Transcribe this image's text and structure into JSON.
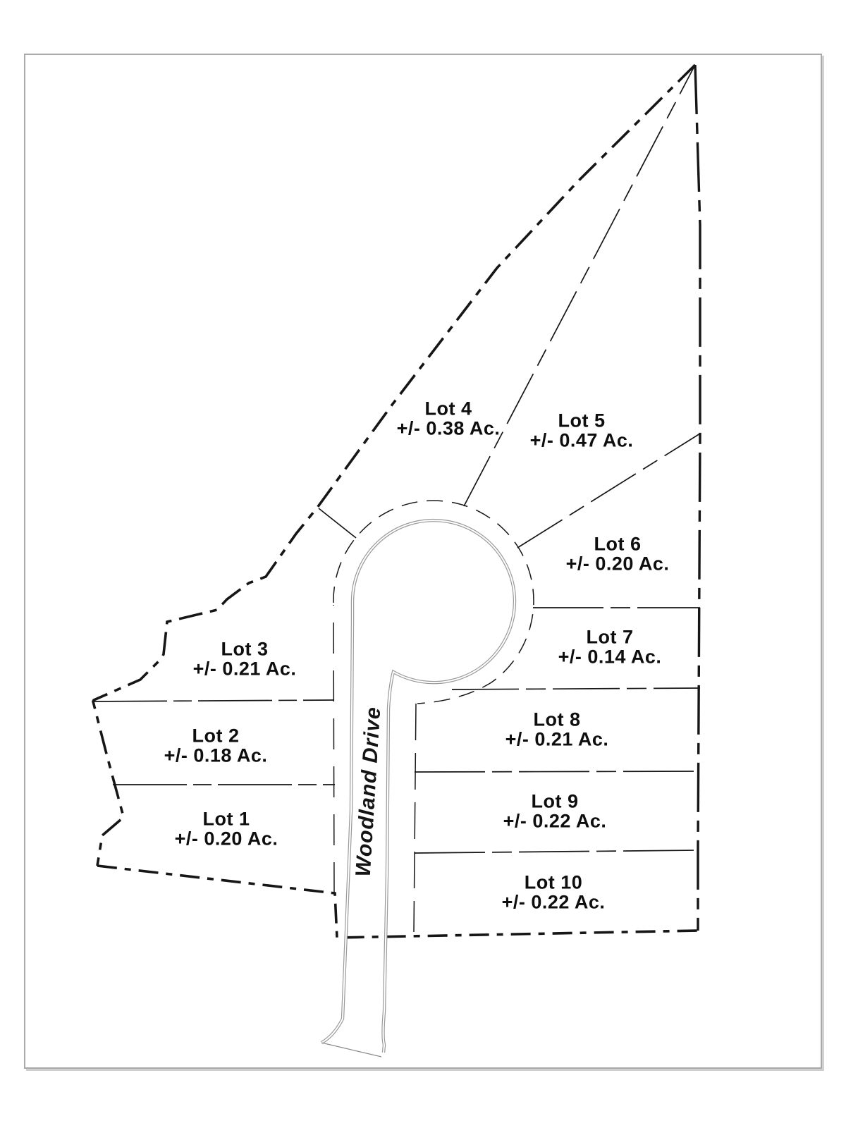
{
  "road": {
    "label": "Woodland Drive"
  },
  "lots": [
    {
      "name": "Lot 1",
      "area": "+/- 0.20 Ac."
    },
    {
      "name": "Lot 2",
      "area": "+/- 0.18 Ac."
    },
    {
      "name": "Lot 3",
      "area": "+/- 0.21 Ac."
    },
    {
      "name": "Lot 4",
      "area": "+/- 0.38 Ac."
    },
    {
      "name": "Lot 5",
      "area": "+/- 0.47 Ac."
    },
    {
      "name": "Lot 6",
      "area": "+/- 0.20 Ac."
    },
    {
      "name": "Lot 7",
      "area": "+/- 0.14 Ac."
    },
    {
      "name": "Lot 8",
      "area": "+/- 0.21 Ac."
    },
    {
      "name": "Lot 9",
      "area": "+/- 0.22 Ac."
    },
    {
      "name": "Lot 10",
      "area": "+/- 0.22 Ac."
    }
  ],
  "colors": {
    "ink": "#161616",
    "pavement": "#9a9a9a",
    "background": "#ffffff",
    "frame": "#a9a9a9"
  }
}
